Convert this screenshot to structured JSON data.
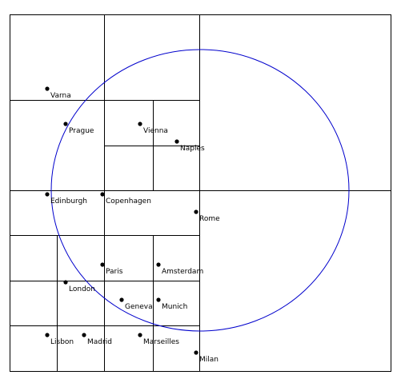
{
  "colors": {
    "background": "#ffffff",
    "lines": "#000000",
    "circle": "#0000cc",
    "points": "#000000"
  },
  "cities": [
    {
      "name": "Varna"
    },
    {
      "name": "Prague"
    },
    {
      "name": "Vienna"
    },
    {
      "name": "Naples"
    },
    {
      "name": "Edinburgh"
    },
    {
      "name": "Copenhagen"
    },
    {
      "name": "Rome"
    },
    {
      "name": "Paris"
    },
    {
      "name": "Amsterdam"
    },
    {
      "name": "London"
    },
    {
      "name": "Geneva"
    },
    {
      "name": "Munich"
    },
    {
      "name": "Lisbon"
    },
    {
      "name": "Madrid"
    },
    {
      "name": "Marseilles"
    },
    {
      "name": "Milan"
    }
  ]
}
